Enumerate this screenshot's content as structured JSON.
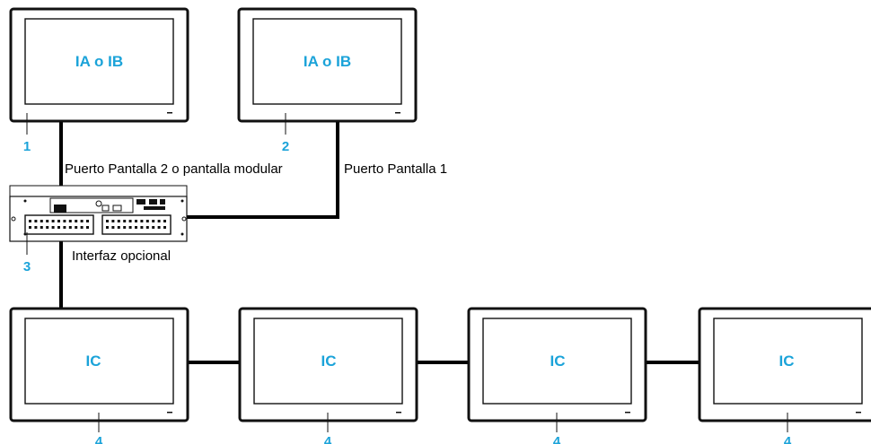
{
  "colors": {
    "accent": "#1ba3d9",
    "line": "#000000",
    "device_stroke": "#111111"
  },
  "displays_top": [
    {
      "label": "IA o IB",
      "callout": "1"
    },
    {
      "label": "IA o IB",
      "callout": "2"
    }
  ],
  "port_labels": {
    "port2": "Puerto Pantalla 2 o pantalla modular",
    "port1": "Puerto Pantalla 1"
  },
  "interface": {
    "label": "Interfaz opcional",
    "callout": "3"
  },
  "displays_bottom": [
    {
      "label": "IC",
      "callout": "4"
    },
    {
      "label": "IC",
      "callout": "4"
    },
    {
      "label": "IC",
      "callout": "4"
    },
    {
      "label": "IC",
      "callout": "4"
    }
  ]
}
